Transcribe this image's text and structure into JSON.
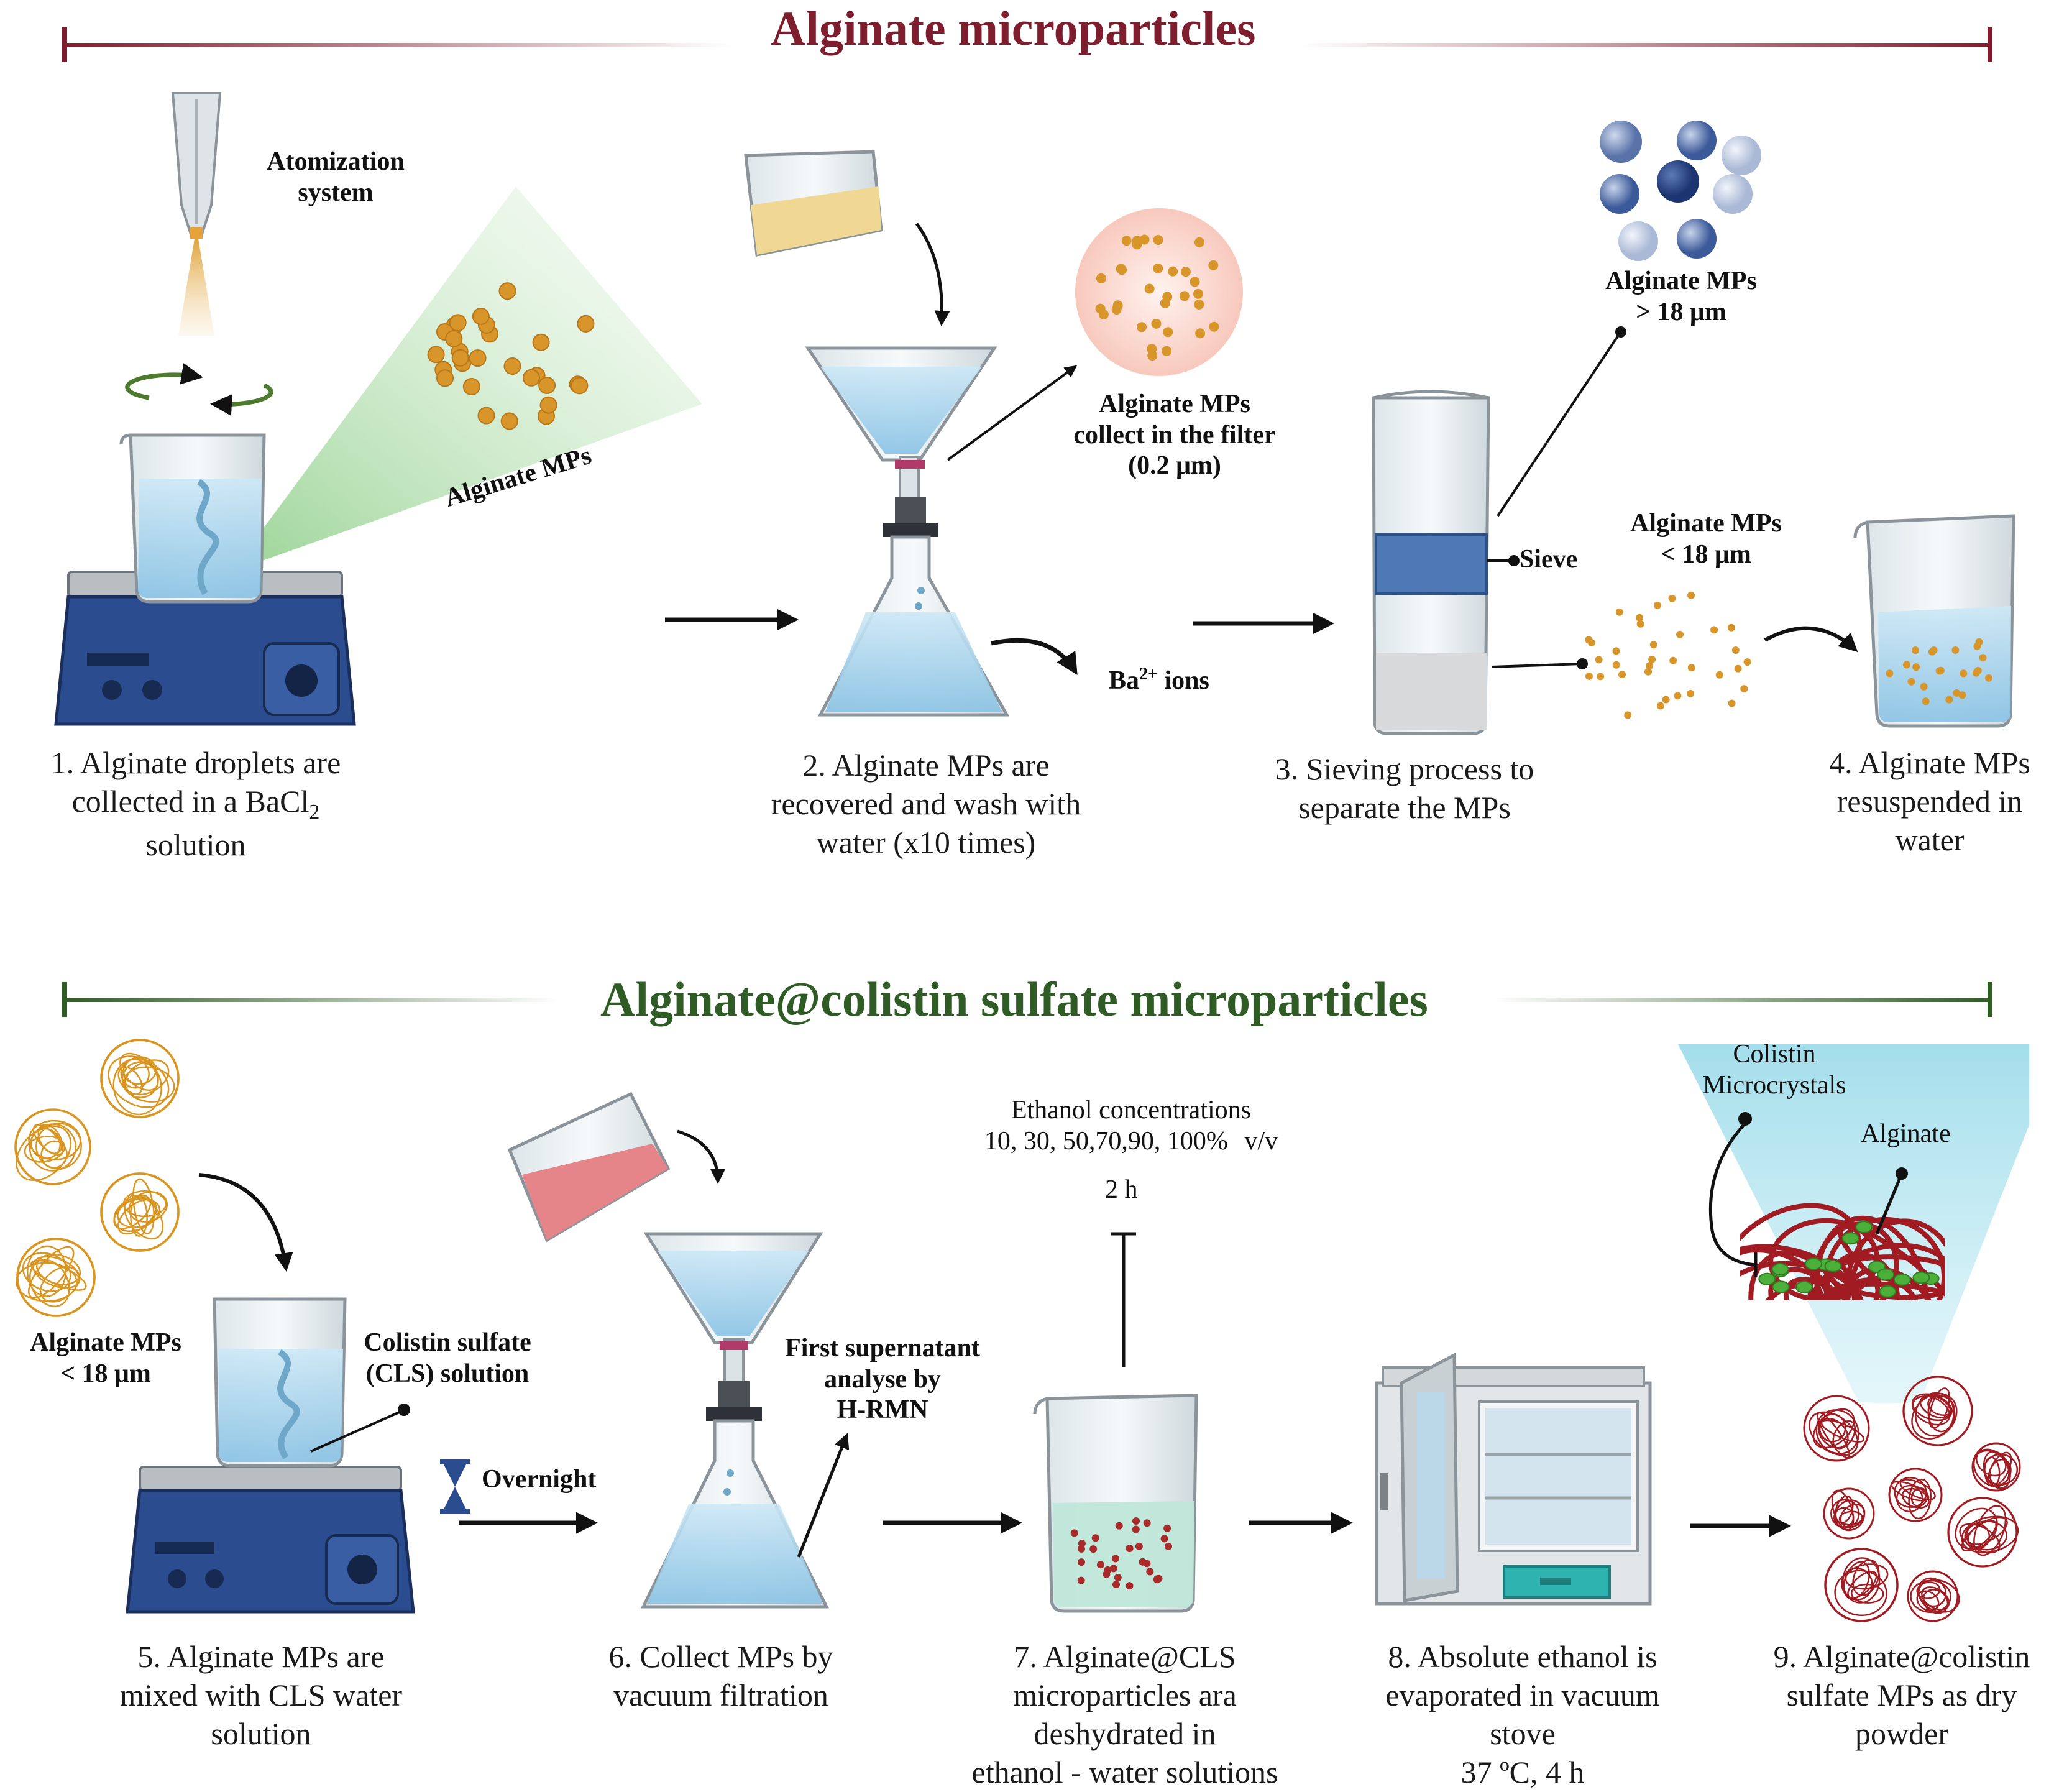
{
  "section1": {
    "title": "Alginate microparticles",
    "step1": {
      "line1": "1. Alginate droplets are",
      "line2a": "collected in a BaCl",
      "line2sub": "2",
      "line3": "solution"
    },
    "step2": {
      "line1": "2. Alginate MPs are",
      "line2": "recovered and wash with",
      "line3": "water (x10 times)"
    },
    "step3": {
      "line1": "3. Sieving process to",
      "line2": "separate the MPs"
    },
    "step4": {
      "line1": "4. Alginate MPs",
      "line2": "resuspended in",
      "line3": "water"
    },
    "labels": {
      "atomization1": "Atomization",
      "atomization2": "system",
      "alginate_mps": "Alginate MPs",
      "filter1": "Alginate MPs",
      "filter2": "collect in the filter",
      "filter3": "(0.2 μm)",
      "ba_ions": "Ba",
      "ba_sup": "2+",
      "ba_rest": " ions",
      "large1": "Alginate MPs",
      "large2": "> 18 μm",
      "sieve": "Sieve",
      "small1": "Alginate MPs",
      "small2": "< 18 μm"
    }
  },
  "section2": {
    "title": "Alginate@colistin sulfate microparticles",
    "step5": {
      "line1": "5. Alginate MPs are",
      "line2": "mixed with CLS water",
      "line3": "solution"
    },
    "step6": {
      "line1": "6. Collect MPs by",
      "line2": "vacuum filtration"
    },
    "step7": {
      "line1": "7. Alginate@CLS",
      "line2": "microparticles ara",
      "line3": "deshydrated in",
      "line4": "ethanol - water solutions"
    },
    "step8": {
      "line1": "8. Absolute ethanol is",
      "line2": "evaporated in vacuum",
      "line3": "stove",
      "line4": "37 ºC, 4 h"
    },
    "step9": {
      "line1": "9. Alginate@colistin",
      "line2": "sulfate MPs as dry",
      "line3": "powder"
    },
    "labels": {
      "mps1": "Alginate MPs",
      "mps2": "< 18 μm",
      "cls1": "Colistin sulfate",
      "cls2": "(CLS) solution",
      "overnight": "Overnight",
      "super1": "First supernatant",
      "super2": "analyse by",
      "super3": "H-RMN",
      "eth1": "Ethanol concentrations",
      "eth2": "10, 30, 50,70,90, 100%",
      "eth_unit": "v/v",
      "eth_time": "2 h",
      "colistin1": "Colistin",
      "colistin2": "Microcrystals",
      "alginate": "Alginate"
    }
  },
  "colors": {
    "title1": "#7d1d2e",
    "title2": "#2f5b25",
    "particle_orange": "#d8962a",
    "particle_red": "#a82a2a",
    "water_blue": "#a9d4ec",
    "green_cone": "#9fd49a",
    "cyan_cone": "#a7e0ec",
    "plate_blue": "#2b4d8f"
  },
  "icons": [
    "atomizer-icon",
    "beaker-icon",
    "hotplate-icon",
    "funnel-flask-icon",
    "sieve-column-icon",
    "oven-icon",
    "hourglass-icon",
    "alginate-sphere-icon"
  ]
}
